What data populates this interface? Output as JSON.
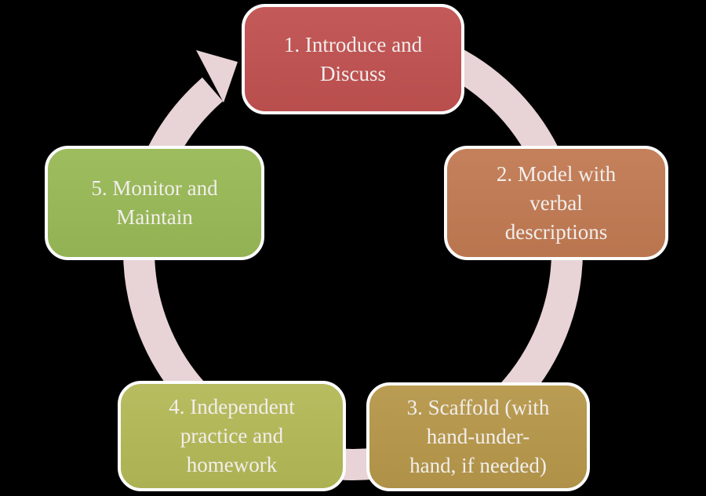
{
  "diagram": {
    "background_color": "#000000",
    "ring": {
      "color": "#e8d3d6",
      "direction": "clockwise"
    },
    "steps": [
      {
        "label": [
          "1. Introduce and",
          "Discuss"
        ],
        "color": "#c05150"
      },
      {
        "label": [
          "2. Model with",
          "verbal",
          "descriptions"
        ],
        "color": "#c17a52"
      },
      {
        "label": [
          "3. Scaffold (with",
          "hand-under-",
          "hand, if needed)"
        ],
        "color": "#b6974a"
      },
      {
        "label": [
          "4. Independent",
          "practice and",
          "homework"
        ],
        "color": "#b3b957"
      },
      {
        "label": [
          "5. Monitor and",
          "Maintain"
        ],
        "color": "#98b956"
      }
    ],
    "text_color": "#f2eeec",
    "border_color": "#fdfdfd"
  }
}
